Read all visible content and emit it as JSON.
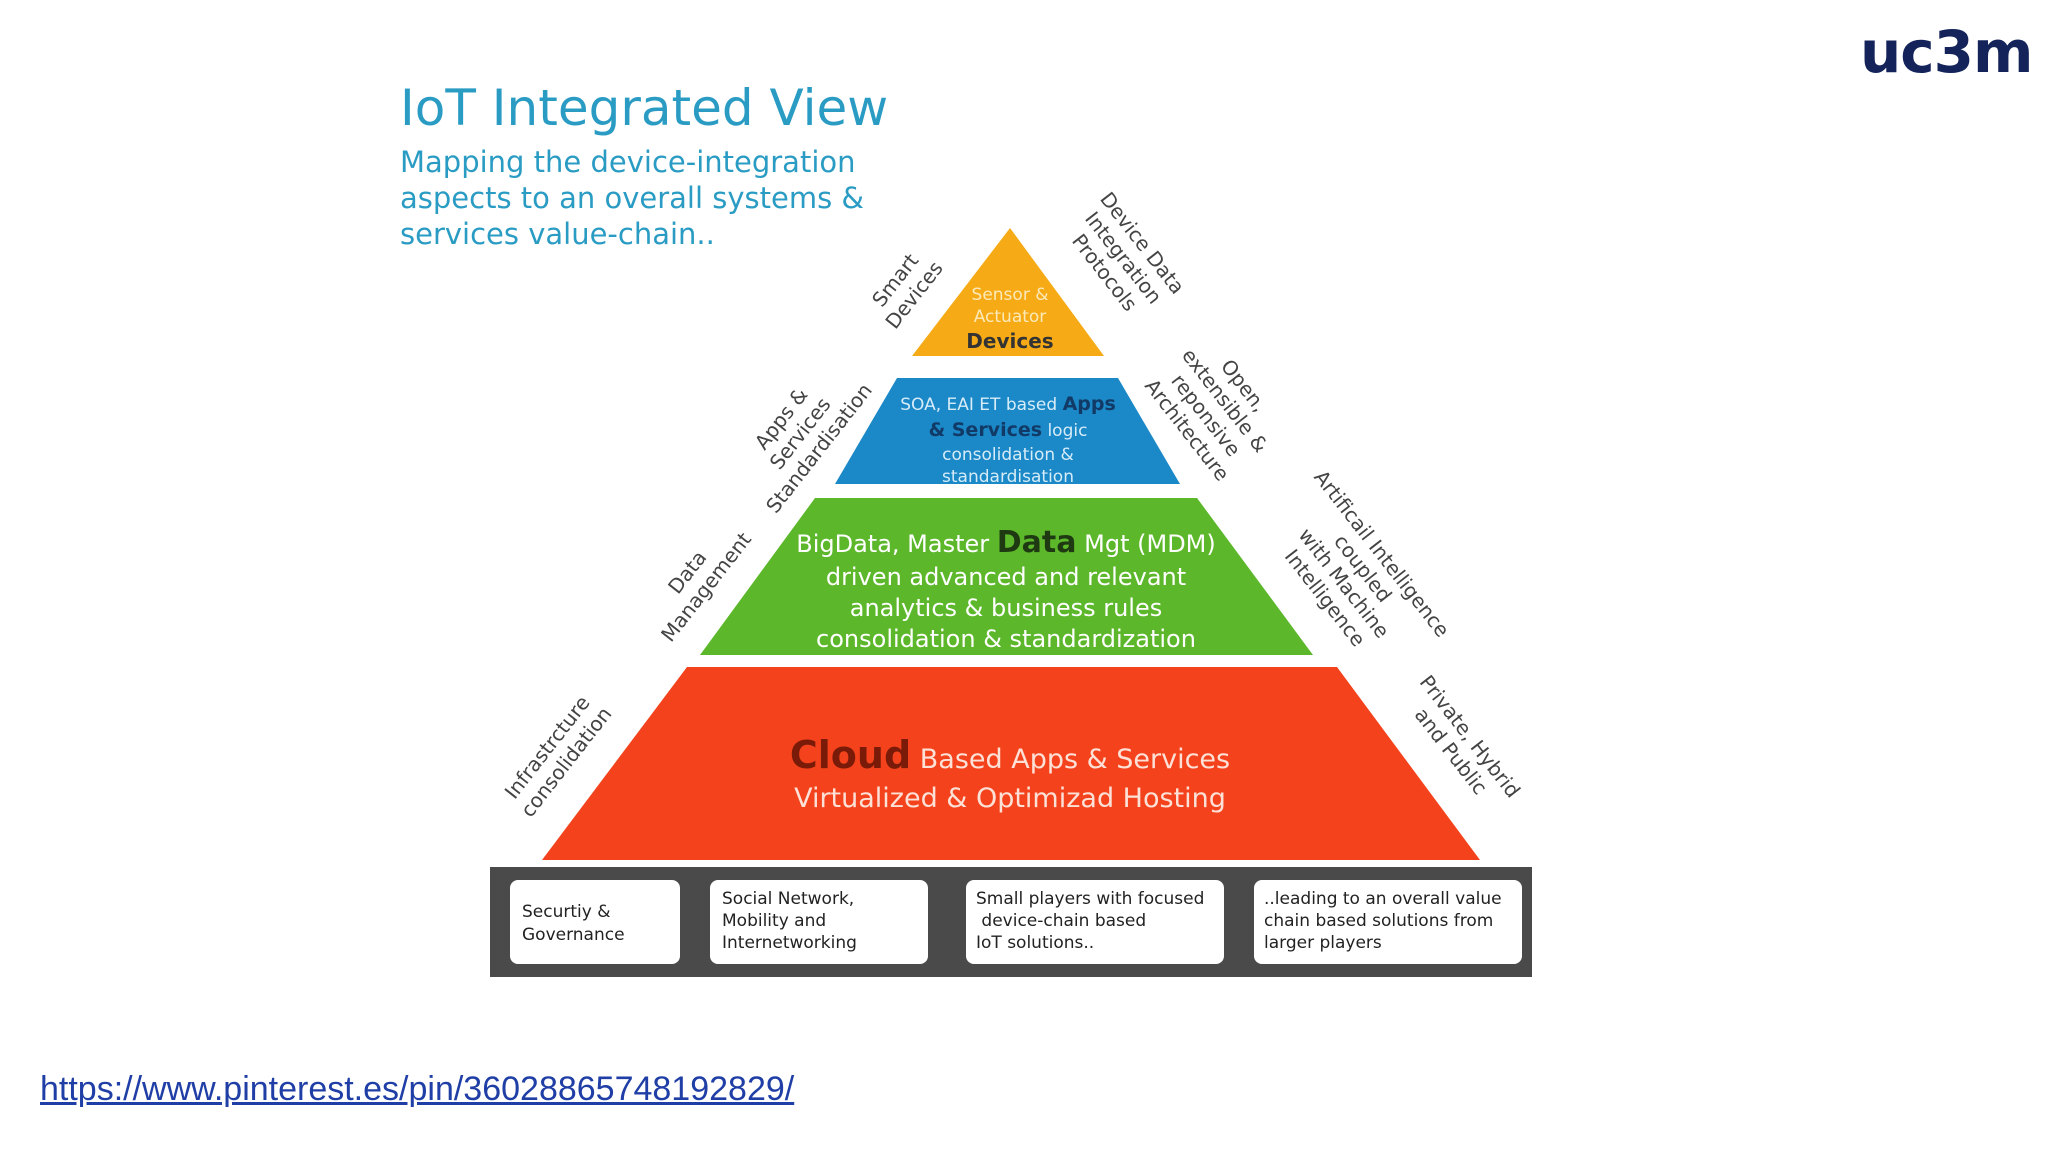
{
  "logo": "uc3m",
  "title": "IoT Integrated View",
  "subtitle_lines": [
    "Mapping the device-integration",
    "aspects  to an overall systems &",
    "services value-chain.."
  ],
  "tiers": {
    "devices": {
      "line1": "Sensor &",
      "line2": "Actuator",
      "bold": "Devices",
      "color": "#f6ab16"
    },
    "apps": {
      "line1_pre": "SOA, EAI ET based ",
      "line1_bold": "Apps",
      "line2_bold": "& Services",
      "line2_post": " logic",
      "line3": "consolidation &",
      "line4": "standardisation",
      "color": "#1b88c7"
    },
    "data": {
      "line1_pre": "BigData, Master ",
      "line1_bold": "Data",
      "line1_post": " Mgt (MDM)",
      "line2": "driven advanced and relevant",
      "line3": "analytics & business rules",
      "line4": "consolidation & standardization",
      "color": "#5cb82a"
    },
    "cloud": {
      "bold": "Cloud",
      "line1_post": " Based Apps & Services",
      "line2": "Virtualized & Optimizad Hosting",
      "color": "#f4431c"
    }
  },
  "side_labels": {
    "smart_devices": [
      "Smart",
      "Devices"
    ],
    "device_protocols": [
      "Device Data",
      "Integration",
      "Protocols"
    ],
    "apps_standardisation": [
      "Apps &",
      "Services",
      "Standardisation"
    ],
    "open_architecture": [
      "Open,",
      "extensible &",
      "reponsive",
      "Architecture"
    ],
    "data_management": [
      "Data",
      "Management"
    ],
    "ai_machine": [
      "Artificail Intelligence",
      "coupled",
      "with Machine",
      "Intelligence"
    ],
    "infrastructure": [
      "Infrastrcture",
      "consolidation"
    ],
    "private_hybrid": [
      "Private, Hybrid",
      "and Public"
    ]
  },
  "bottom_boxes": [
    [
      "Securtiy &",
      "Governance"
    ],
    [
      "Social Network,",
      "Mobility and",
      "Internetworking"
    ],
    [
      "Small players with focused",
      " device-chain based",
      "IoT solutions.."
    ],
    [
      "..leading to an overall value",
      "chain based solutions from",
      "larger players"
    ]
  ],
  "link": "https://www.pinterest.es/pin/360288657481928​29/"
}
